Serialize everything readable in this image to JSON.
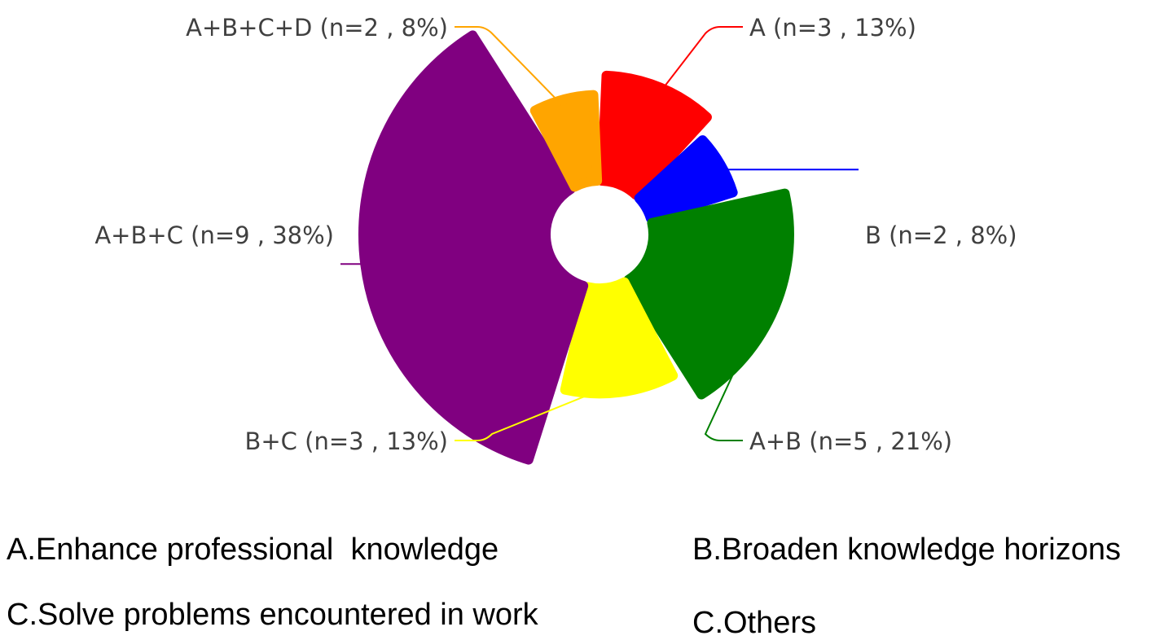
{
  "chart_data": {
    "type": "pie",
    "variant": "rose",
    "segments": [
      {
        "label": "A (n=3 , 13%)",
        "category": "A",
        "n": 3,
        "percent": 13,
        "color": "#ff0000"
      },
      {
        "label": "B (n=2 , 8%)",
        "category": "B",
        "n": 2,
        "percent": 8,
        "color": "#0000ff"
      },
      {
        "label": "A+B (n=5 , 21%)",
        "category": "A+B",
        "n": 5,
        "percent": 21,
        "color": "#008000"
      },
      {
        "label": "B+C (n=3 , 13%)",
        "category": "B+C",
        "n": 3,
        "percent": 13,
        "color": "#ffff00"
      },
      {
        "label": "A+B+C (n=9 , 38%)",
        "category": "A+B+C",
        "n": 9,
        "percent": 38,
        "color": "#800080"
      },
      {
        "label": "A+B+C+D (n=2 , 8%)",
        "category": "A+B+C+D",
        "n": 2,
        "percent": 8,
        "color": "#ffa500"
      }
    ]
  },
  "legend": {
    "a": "A.Enhance professional  knowledge",
    "b": "B.Broaden knowledge horizons",
    "c": "C.Solve problems encountered in work",
    "d": "C.Others"
  }
}
